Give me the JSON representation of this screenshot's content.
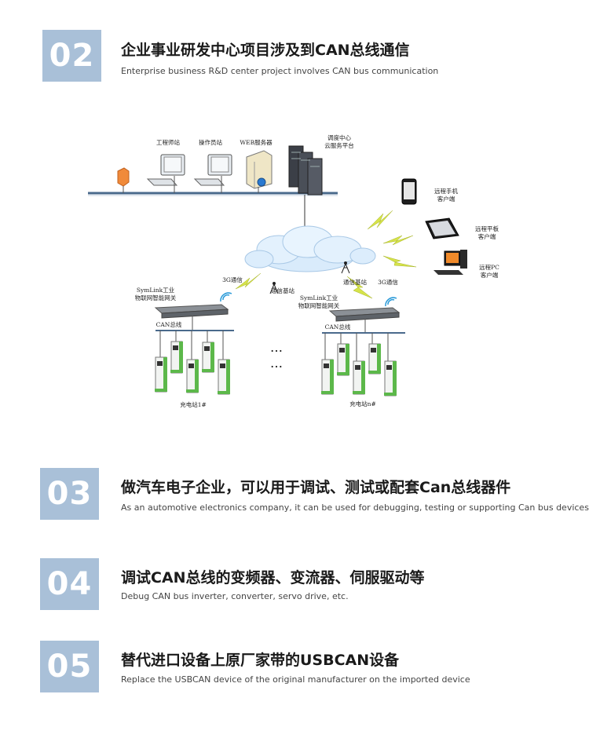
{
  "sections": [
    {
      "num": "02",
      "title": "企业事业研发中心项目涉及到CAN总线通信",
      "subtitle": "Enterprise business R&D center project involves CAN bus communication"
    },
    {
      "num": "03",
      "title": "做汽车电子企业，可以用于调试、测试或配套Can总线器件",
      "subtitle": "As an automotive electronics company, it can be used for debugging, testing or supporting Can bus devices"
    },
    {
      "num": "04",
      "title": "调试CAN总线的变频器、变流器、伺服驱动等",
      "subtitle": "Debug CAN bus inverter, converter, servo drive, etc."
    },
    {
      "num": "05",
      "title": "替代进口设备上原厂家带的USBCAN设备",
      "subtitle": "Replace the USBCAN device of the original manufacturer on the imported device"
    }
  ],
  "diagram": {
    "engineer_station": "工程师站",
    "operator_station": "操作员站",
    "web_server": "WEB服务器",
    "dispatch_line1": "调度中心",
    "dispatch_line2": "云服务平台",
    "phone_line1": "远程手机",
    "phone_line2": "客户端",
    "tablet_line1": "远程平板",
    "tablet_line2": "客户端",
    "pc_line1": "远程PC",
    "pc_line2": "客户端",
    "g3_left": "3G通信",
    "g3_right": "3G通信",
    "base_left": "通信基站",
    "base_right": "通信基站",
    "gw_left_line1": "SymLink工业",
    "gw_left_line2": "物联网智能网关",
    "gw_right_line1": "SymLink工业",
    "gw_right_line2": "物联网智能网关",
    "can_left": "CAN总线",
    "can_right": "CAN总线",
    "station_left": "充电站1#",
    "station_right": "充电站n#",
    "ellipsis_top": "…",
    "ellipsis_bottom": "…"
  },
  "colors": {
    "num_box": "#a9c0d8",
    "bus": "#4a6a8c",
    "charger_green": "#5cb84a",
    "lightning": "#d6e34a"
  }
}
